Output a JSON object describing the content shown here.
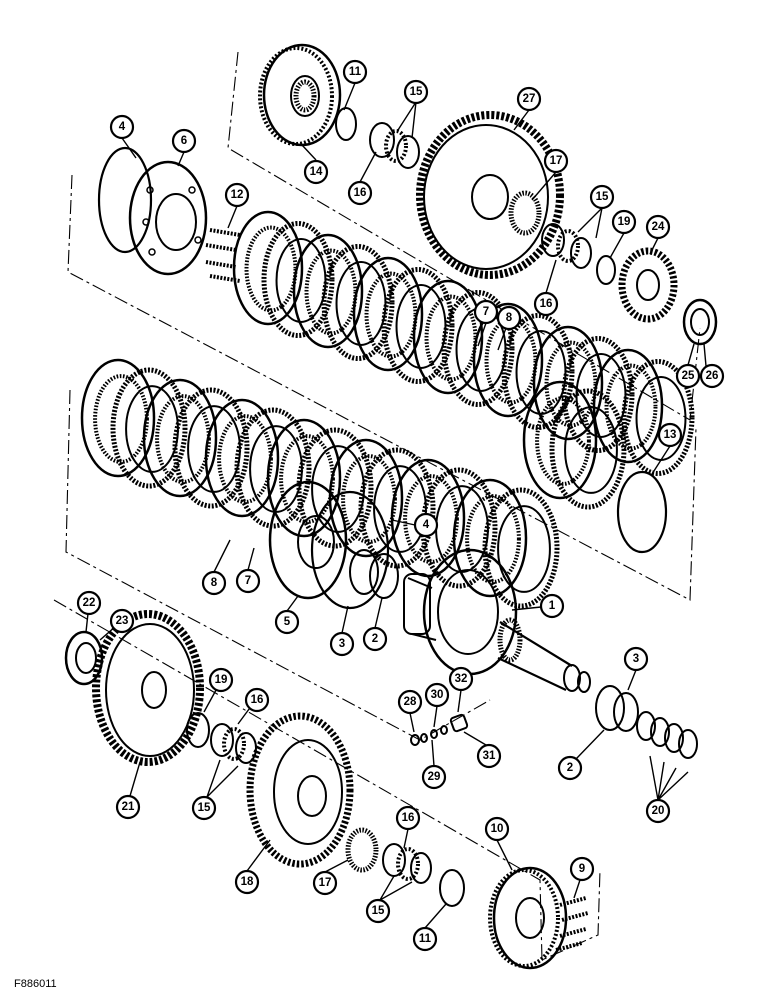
{
  "figure_code": "F886011",
  "callouts": [
    "1",
    "2",
    "3",
    "4",
    "5",
    "6",
    "7",
    "8",
    "9",
    "10",
    "11",
    "12",
    "13",
    "14",
    "15",
    "16",
    "17",
    "18",
    "19",
    "20",
    "21",
    "22",
    "23",
    "24",
    "25",
    "26",
    "27",
    "28",
    "29",
    "30",
    "31",
    "32"
  ]
}
